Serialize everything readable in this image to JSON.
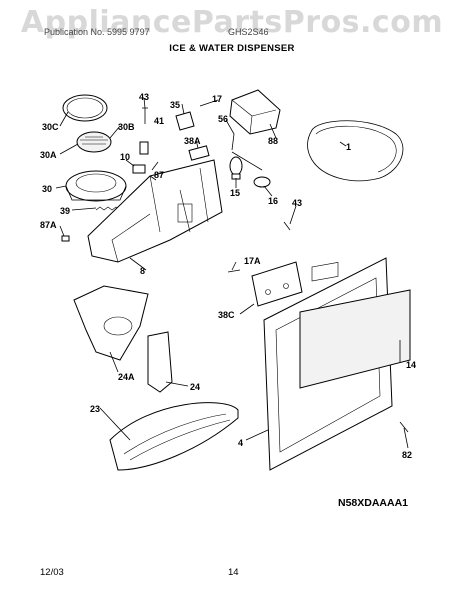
{
  "watermark": "AppliancePartsPros.com",
  "header": {
    "left": "Publication No. 5995 9797",
    "right": "GHS2S46",
    "title": "ICE & WATER DISPENSER"
  },
  "diagram_code": "N58XDAAAA1",
  "footer": {
    "date": "12/03",
    "page": "14"
  },
  "callouts": [
    "43",
    "35",
    "17",
    "30C",
    "30B",
    "41",
    "56",
    "88",
    "1",
    "38A",
    "30A",
    "10",
    "87",
    "15",
    "16",
    "43",
    "30",
    "39",
    "87A",
    "8",
    "17A",
    "38C",
    "14",
    "24A",
    "24",
    "23",
    "4",
    "82"
  ]
}
